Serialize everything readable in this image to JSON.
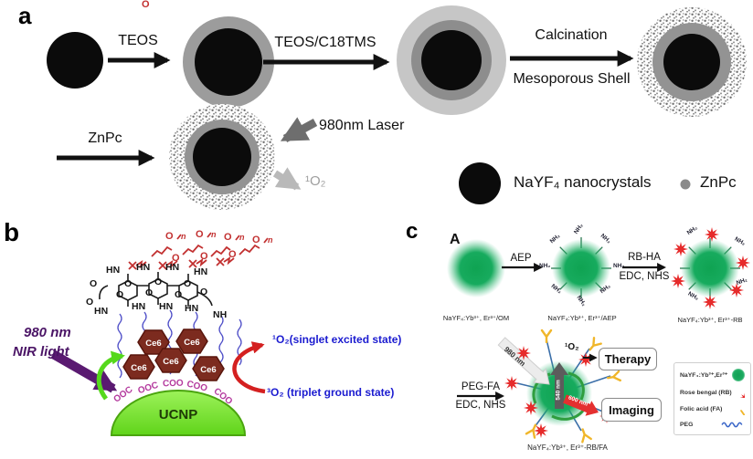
{
  "panel_a": {
    "label": "a",
    "arrow1_label": "TEOS",
    "arrow2_label": "TEOS/C18TMS",
    "arrow3_label_top": "Calcination",
    "arrow3_label_bottom": "Mesoporous Shell",
    "arrow4_label": "ZnPc",
    "laser_label": "980nm Laser",
    "singlet_oxygen": "¹O₂",
    "legend": {
      "nanocrystals": "NaYF₄ nanocrystals",
      "znpc": "ZnPc"
    }
  },
  "panel_b": {
    "label": "b",
    "nir_line1": "980 nm",
    "nir_line2": "NIR light",
    "ce6": "Ce6",
    "ucnp": "UCNP",
    "coo": [
      "OOC",
      "OOC",
      "COO",
      "COO",
      "COO"
    ],
    "singlet_state": "¹O₂(singlet excited state)",
    "triplet_state": "³O₂ (triplet ground state)",
    "atom_hn": "HN",
    "atom_nh": "NH",
    "atom_o": "O",
    "repeat_n": "n"
  },
  "panel_c": {
    "label": "c",
    "scheme_label": "A",
    "arrow1_label": "AEP",
    "arrow2_label_top": "RB-HA",
    "edc_nhs": "EDC, NHS",
    "arrow3_label_top": "PEG-FA",
    "particle1": "NaYF₄:Yb³⁺, Er³⁺/OM",
    "particle2": "NaYF₄:Yb³⁺, Er³⁺/AEP",
    "particle3": "NaYF₄:Yb³⁺, Er³⁺-RB",
    "particle4": "NaYF₄:Yb³⁺, Er³⁺-RB/FA",
    "nh2": "NH₂",
    "nm980": "980 nm",
    "nm540": "540 nm",
    "nm600": "600 nm",
    "singlet": "¹O₂",
    "therapy": "Therapy",
    "imaging": "Imaging",
    "legend": {
      "row1": "NaYF₄:Yb³⁺,Er³⁺",
      "row2": "Rose bengal (RB)",
      "row3": "Folic acid (FA)",
      "row4": "PEG"
    }
  },
  "colors": {
    "nanocrystal_black": "#0b0b0b",
    "silica_gray": "#9c9c9c",
    "green_sphere": "#17a65a",
    "ce6_hexagon": "#7c2b1f",
    "ucnp_green": "#6fdc2a",
    "nir_purple": "#5a1a71",
    "state_blue": "#1b1bd0",
    "rose_bengal_red": "#e62b2b",
    "folic_yellow": "#f0b62a",
    "peg_blue": "#3a66c8",
    "coo_magenta": "#b43a9e"
  }
}
